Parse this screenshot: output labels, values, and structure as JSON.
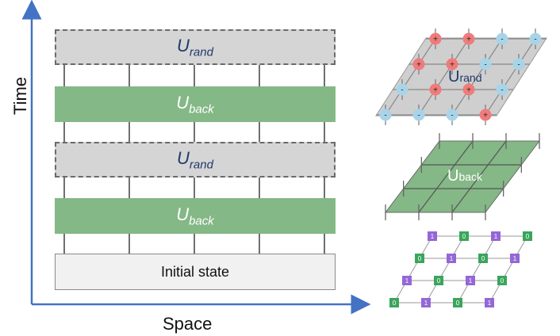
{
  "axes": {
    "y_label": "Time",
    "x_label": "Space"
  },
  "layers": [
    {
      "kind": "rand",
      "main": "U",
      "sub": "rand"
    },
    {
      "kind": "back",
      "main": "U",
      "sub": "back"
    },
    {
      "kind": "rand",
      "main": "U",
      "sub": "rand"
    },
    {
      "kind": "back",
      "main": "U",
      "sub": "back"
    },
    {
      "kind": "init",
      "text": "Initial state"
    }
  ],
  "lattices": {
    "rand": {
      "label_main": "U",
      "label_sub": "rand",
      "plus_symbol": "+",
      "minus_symbol": "-",
      "signs": [
        [
          "+",
          "+",
          "-",
          "-"
        ],
        [
          "+",
          "+",
          "-",
          "-"
        ],
        [
          "-",
          "+",
          "+",
          "-"
        ],
        [
          "-",
          "-",
          "-",
          "+"
        ]
      ]
    },
    "back": {
      "label_main": "U",
      "label_sub": "back"
    },
    "state": {
      "bits": [
        [
          "1",
          "0",
          "1",
          "0"
        ],
        [
          "0",
          "1",
          "0",
          "1"
        ],
        [
          "1",
          "0",
          "1",
          "0"
        ],
        [
          "0",
          "1",
          "0",
          "1"
        ]
      ]
    }
  },
  "colors": {
    "axis": "#4472c4",
    "plus": "#ef7b7b",
    "minus": "#a8d4ea",
    "back_plane": "#84b886",
    "bit_zero": "#3aa55c",
    "bit_one": "#9467d6"
  }
}
